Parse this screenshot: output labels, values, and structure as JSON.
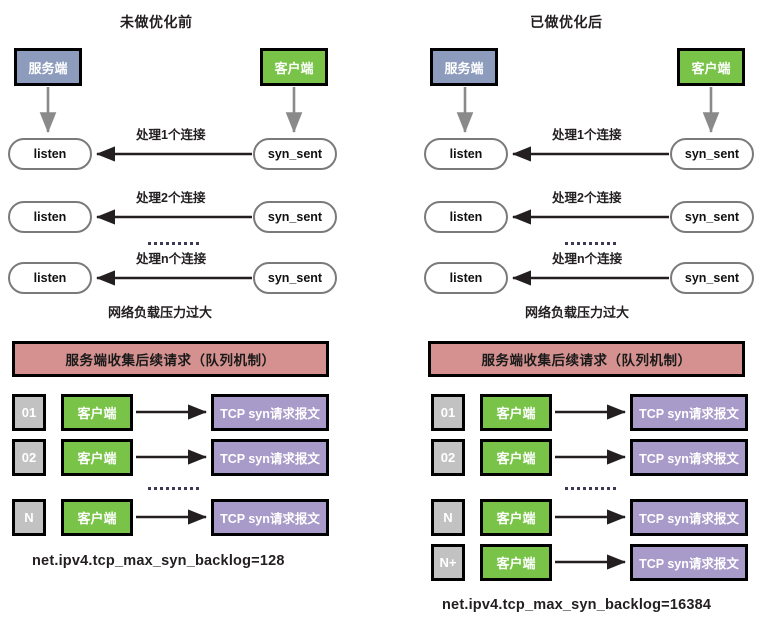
{
  "diagram": {
    "panels": [
      {
        "id": "before",
        "title": "未做优化前",
        "server_label": "服务端",
        "client_label": "客户端",
        "flows": [
          {
            "left_state": "listen",
            "right_state": "syn_sent",
            "edge_label": "处理1个连接"
          },
          {
            "left_state": "listen",
            "right_state": "syn_sent",
            "edge_label": "处理2个连接"
          },
          {
            "left_state": "listen",
            "right_state": "syn_sent",
            "edge_label": "处理n个连接"
          }
        ],
        "flow_note": "网络负载压力过大",
        "queue_banner": "服务端收集后续请求（队列机制）",
        "queue_rows": [
          {
            "index": "01",
            "client": "客户端",
            "packet": "TCP syn请求报文"
          },
          {
            "index": "02",
            "client": "客户端",
            "packet": "TCP syn请求报文"
          },
          {
            "index": "N",
            "client": "客户端",
            "packet": "TCP syn请求报文"
          }
        ],
        "backlog": "net.ipv4.tcp_max_syn_backlog=128"
      },
      {
        "id": "after",
        "title": "已做优化后",
        "server_label": "服务端",
        "client_label": "客户端",
        "flows": [
          {
            "left_state": "listen",
            "right_state": "syn_sent",
            "edge_label": "处理1个连接"
          },
          {
            "left_state": "listen",
            "right_state": "syn_sent",
            "edge_label": "处理2个连接"
          },
          {
            "left_state": "listen",
            "right_state": "syn_sent",
            "edge_label": "处理n个连接"
          }
        ],
        "flow_note": "网络负载压力过大",
        "queue_banner": "服务端收集后续请求（队列机制）",
        "queue_rows": [
          {
            "index": "01",
            "client": "客户端",
            "packet": "TCP syn请求报文"
          },
          {
            "index": "02",
            "client": "客户端",
            "packet": "TCP syn请求报文"
          },
          {
            "index": "N",
            "client": "客户端",
            "packet": "TCP syn请求报文"
          },
          {
            "index": "N+",
            "client": "客户端",
            "packet": "TCP syn请求报文"
          }
        ],
        "backlog": "net.ipv4.tcp_max_syn_backlog=16384"
      }
    ]
  },
  "colors": {
    "server_box": "#8d9cbd",
    "client_box": "#79c448",
    "packet_box": "#a99bc9",
    "index_box": "#c2c2c2",
    "banner_box": "#d4918f",
    "state_border": "#7a7a7a",
    "arrow": "#231f20",
    "server_arrow": "#8a8a8a",
    "text": "#231f20"
  }
}
